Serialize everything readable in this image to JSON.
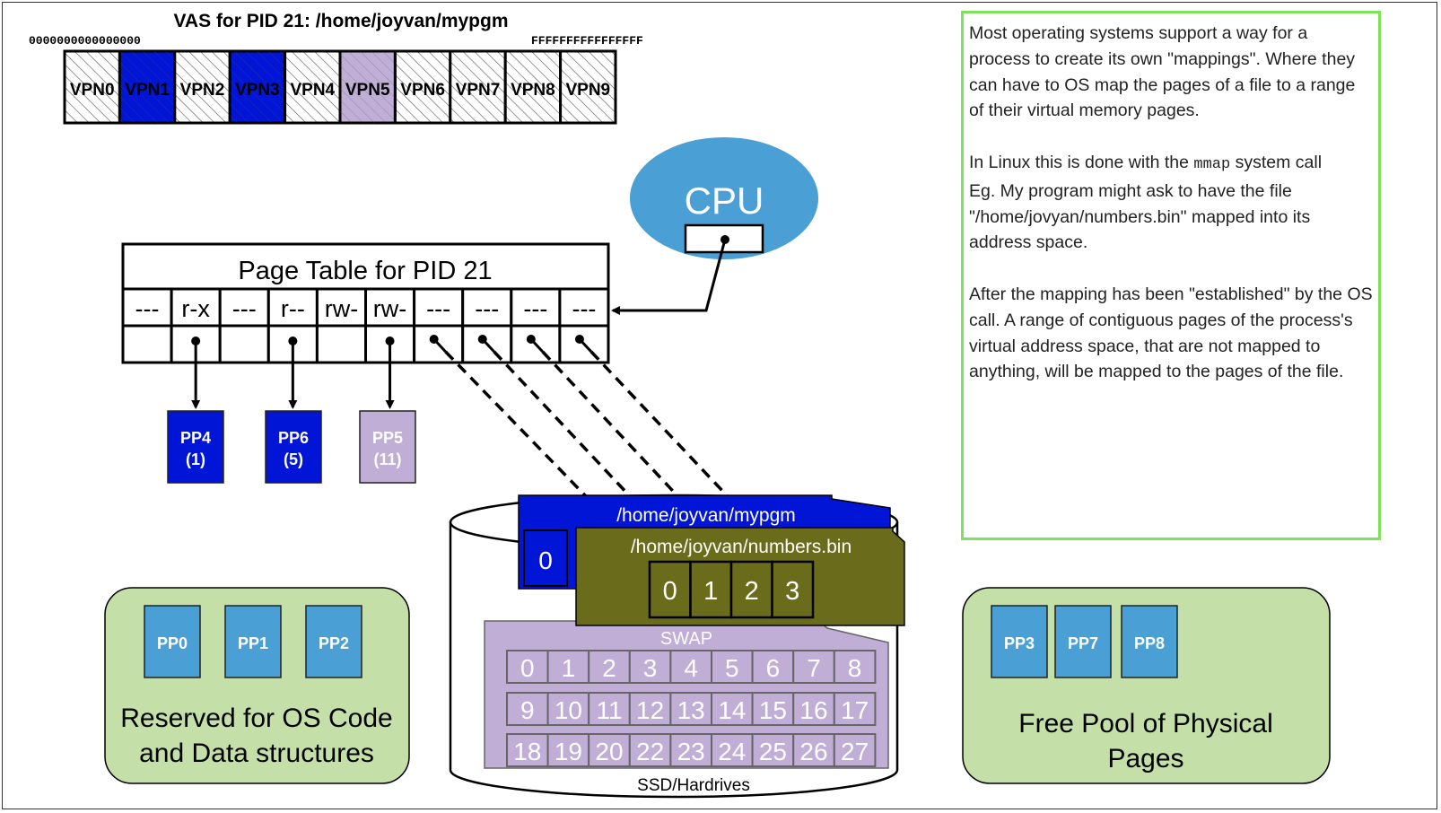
{
  "vas": {
    "title": "VAS for PID 21: /home/joyvan/mypgm",
    "start_addr": "0000000000000000",
    "end_addr": "FFFFFFFFFFFFFFFF",
    "pages": [
      {
        "label": "VPN0",
        "state": "unmapped"
      },
      {
        "label": "VPN1",
        "state": "code"
      },
      {
        "label": "VPN2",
        "state": "unmapped"
      },
      {
        "label": "VPN3",
        "state": "data"
      },
      {
        "label": "VPN4",
        "state": "unmapped"
      },
      {
        "label": "VPN5",
        "state": "swap"
      },
      {
        "label": "VPN6",
        "state": "unmapped"
      },
      {
        "label": "VPN7",
        "state": "unmapped"
      },
      {
        "label": "VPN8",
        "state": "unmapped"
      },
      {
        "label": "VPN9",
        "state": "unmapped"
      }
    ]
  },
  "cpu": {
    "label": "CPU"
  },
  "page_table": {
    "title": "Page Table for PID 21",
    "perms": [
      "---",
      "r-x",
      "---",
      "r--",
      "rw-",
      "rw-",
      "---",
      "---",
      "---",
      "---"
    ]
  },
  "physical_pages": [
    {
      "label": "PP4",
      "sub": "(1)",
      "kind": "blue"
    },
    {
      "label": "PP6",
      "sub": "(5)",
      "kind": "blue"
    },
    {
      "label": "PP5",
      "sub": "(11)",
      "kind": "purple"
    }
  ],
  "disk": {
    "label": "SSD/Hardrives",
    "file1": {
      "name": "/home/joyvan/mypgm",
      "pages": [
        "0"
      ]
    },
    "file2": {
      "name": "/home/joyvan/numbers.bin",
      "pages": [
        "0",
        "1",
        "2",
        "3"
      ]
    },
    "swap": {
      "label": "SWAP",
      "rows": [
        [
          "0",
          "1",
          "2",
          "3",
          "4",
          "5",
          "6",
          "7",
          "8"
        ],
        [
          "9",
          "10",
          "11",
          "12",
          "13",
          "14",
          "15",
          "16",
          "17"
        ],
        [
          "18",
          "19",
          "20",
          "22",
          "23",
          "24",
          "25",
          "26",
          "27"
        ]
      ]
    }
  },
  "reserved": {
    "pages": [
      "PP0",
      "PP1",
      "PP2"
    ],
    "label_line1": "Reserved for OS Code",
    "label_line2": "and Data structures"
  },
  "free_pool": {
    "pages": [
      "PP3",
      "PP7",
      "PP8"
    ],
    "label_line1": "Free Pool of Physical",
    "label_line2": "Pages"
  },
  "notes": {
    "p1": "Most operating systems support a way for a process to create its own \"mappings\".  Where they can have to OS map the pages of a file to a range of their virtual memory pages.",
    "p2_pre": "In Linux this is done with the ",
    "p2_code": "mmap",
    "p2_post": " system call",
    "p2_line2": "Eg.  My program might ask to have the file \"/home/jovyan/numbers.bin\" mapped into its address space.",
    "p3": "After the mapping has been \"established\" by the OS call.   A range of contiguous pages of the process's virtual address space, that are not mapped to anything, will be mapped to the pages of the file."
  },
  "colors": {
    "blue": "#0015d6",
    "purple": "#c0aed6",
    "olive": "#6b6b1c",
    "light_blue": "#4a9fd4",
    "green_panel": "#c4e0a8",
    "note_border": "#7ee35a"
  }
}
